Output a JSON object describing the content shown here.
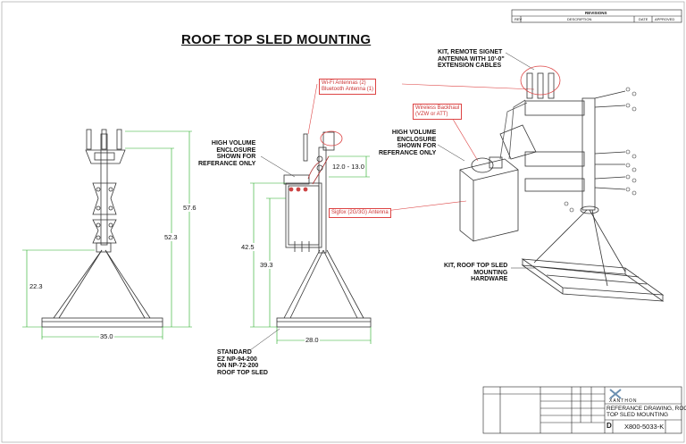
{
  "title": "ROOF TOP SLED MOUNTING",
  "revisions": {
    "header": "REVISIONS",
    "columns": [
      "REV",
      "DESCRIPTION",
      "DATE",
      "APPROVED"
    ]
  },
  "callouts": {
    "high_volume_left": "HIGH VOLUME\nENCLOSURE\nSHOWN FOR\nREFERANCE ONLY",
    "high_volume_right": "HIGH VOLUME\nENCLOSURE\nSHOWN FOR\nREFERANCE ONLY",
    "kit_antenna": "KIT, REMOTE SIGNET\nANTENNA WITH 10'-0\"\nEXTENSION CABLES",
    "kit_sled": "KIT, ROOF TOP SLED\nMOUNTING\nHARDWARE",
    "standard": "STANDARD\nEZ NP-94-200\nON NP-72-200\nROOF TOP SLED"
  },
  "red_labels": {
    "wifi": "Wi-Fi Antennas (2)\nBluetooth Antenna (1)",
    "backhaul": "Wireless Backhaul\n(VZW or ATT)",
    "sigfox": "Sigfox (2G/3G) Antenna"
  },
  "dimensions": {
    "d57_6": "57.6",
    "d52_3": "52.3",
    "d22_3": "22.3",
    "d35_0": "35.0",
    "d12_13": "12.0 - 13.0",
    "d42_5": "42.5",
    "d39_3": "39.3",
    "d28_0": "28.0"
  },
  "title_block": {
    "company": "XANTHON",
    "drawing_title": "REFERANCE DRAWING, ROOF\nTOP SLED MOUNTING",
    "size": "D",
    "drawing_number": "X800-5033-K"
  }
}
